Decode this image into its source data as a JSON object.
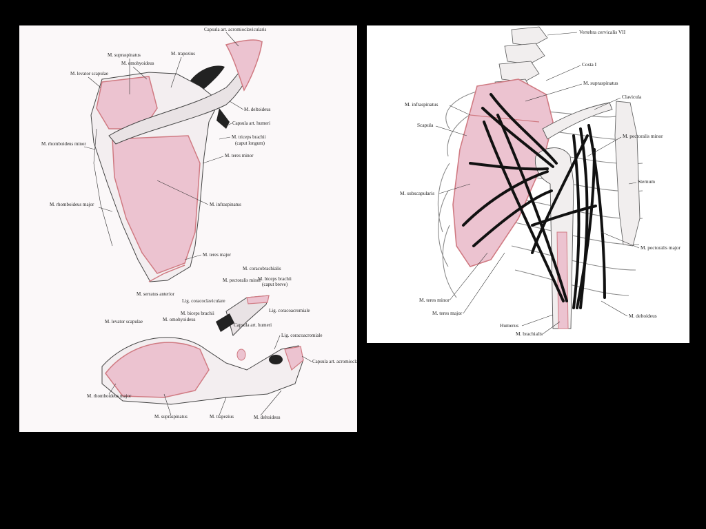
{
  "left_figure": {
    "posterior_view": {
      "labels": [
        "Capsula art. acromioclavicularis",
        "M. supraspinatus",
        "M. trapezius",
        "M. omohyoideus",
        "M. levator scapulae",
        "M. deltoideus",
        "Capsula art. humeri",
        "M. triceps brachii",
        "(caput longum)",
        "M. rhomboideus minor",
        "M. teres minor",
        "M. rhomboideus major",
        "M. infraspinatus",
        "M. teres major",
        "M. serratus anterior"
      ]
    },
    "superior_view": {
      "labels": [
        "M. coracobrachialis",
        "M. pectoralis minor",
        "M. biceps brachii",
        "(caput breve)",
        "Lig. coracoclaviculare",
        "Lig. coracoacromiale",
        "M. biceps brachii",
        "M. omohyoideus",
        "M. levator scapulae",
        "Capsula art. humeri",
        "Lig. coracoacromiale",
        "Capsula art. acromioclavicularis",
        "M. rhomboideus major",
        "M. supraspinatus",
        "M. trapezius",
        "M. deltoideus"
      ]
    }
  },
  "right_figure": {
    "labels": [
      "Vertebra cervicalis VII",
      "Costa I",
      "M. supraspinatus",
      "M. infraspinatus",
      "Clavicula",
      "Scapula",
      "M. pectoralis minor",
      "Sternum",
      "M. subscapularis",
      "M. pectoralis major",
      "M. teres minor",
      "M. teres major",
      "M. deltoideus",
      "Humerus",
      "M. brachialis"
    ]
  },
  "colors": {
    "background": "#000000",
    "panel": "#ffffff",
    "muscle_pink": "#ecc3d0",
    "muscle_outline": "#d07a82",
    "action_line": "#111111"
  }
}
